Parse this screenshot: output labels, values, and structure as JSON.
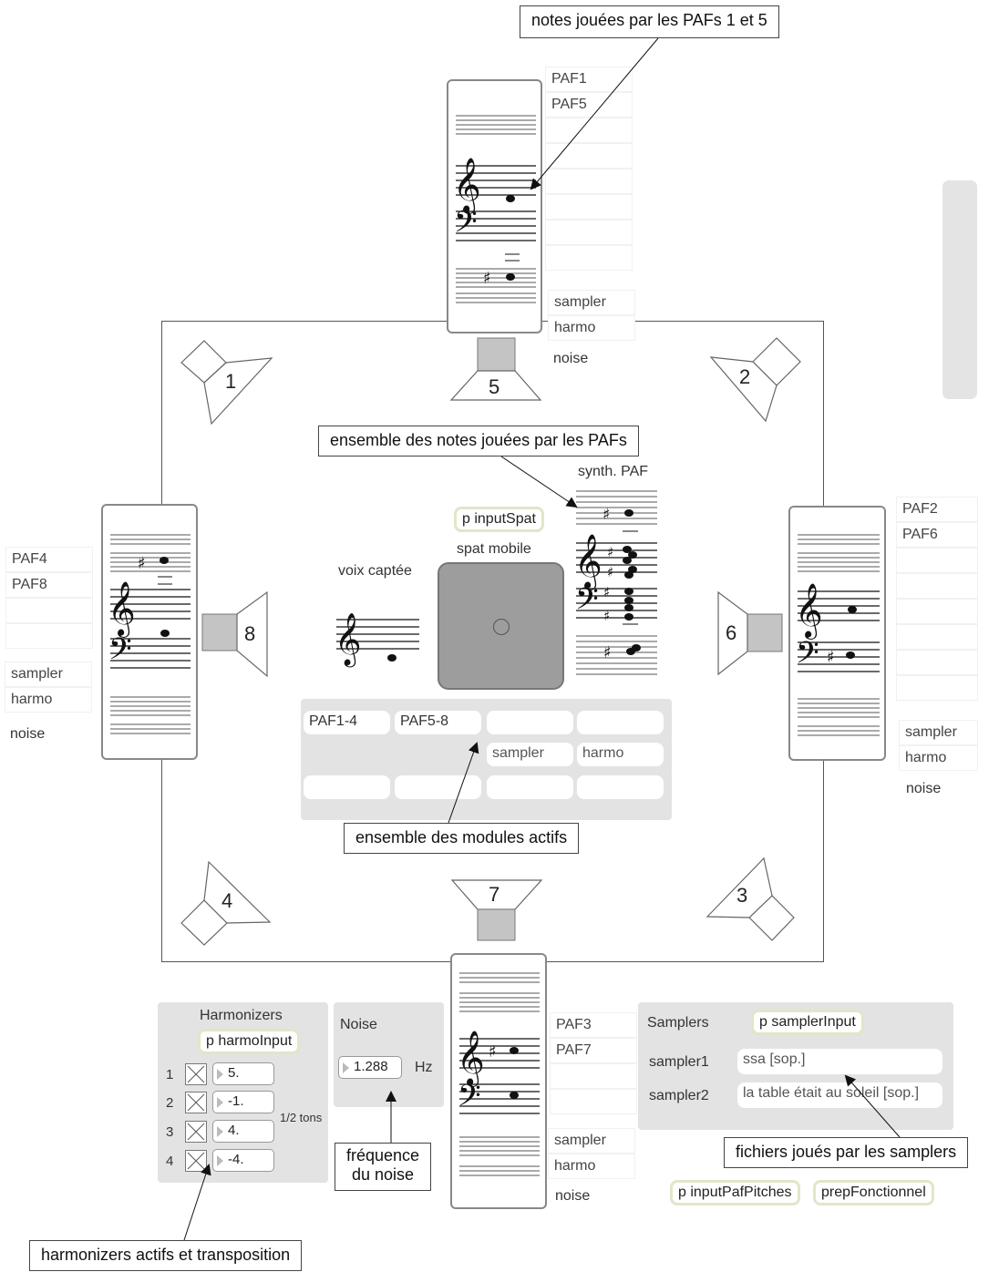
{
  "callouts": {
    "paf15": "notes jouées par les PAFs 1 et 5",
    "ensemble_notes": "ensemble des notes jouées par les PAFs",
    "ensemble_modules": "ensemble des modules actifs",
    "harmonizers": "harmonizers actifs et transposition",
    "noise_freq_line1": "fréquence",
    "noise_freq_line2": "du noise",
    "samplers": "fichiers joués par les samplers"
  },
  "speakers": [
    "1",
    "2",
    "3",
    "4",
    "5",
    "6",
    "7",
    "8"
  ],
  "top_column": {
    "labels": [
      "PAF1",
      "PAF5"
    ],
    "modules": [
      "sampler",
      "harmo",
      "noise"
    ]
  },
  "left_column": {
    "labels": [
      "PAF4",
      "PAF8"
    ],
    "modules": [
      "sampler",
      "harmo",
      "noise"
    ]
  },
  "right_column": {
    "labels": [
      "PAF2",
      "PAF6"
    ],
    "modules": [
      "sampler",
      "harmo",
      "noise"
    ]
  },
  "bottom_column": {
    "labels": [
      "PAF3",
      "PAF7"
    ],
    "modules": [
      "sampler",
      "harmo",
      "noise"
    ]
  },
  "center": {
    "voice_label": "voix captée",
    "spat_object": "p inputSpat",
    "spat_label": "spat mobile",
    "synth_label": "synth. PAF",
    "active_modules": [
      "PAF1-4",
      "PAF5-8",
      "",
      "",
      "",
      "",
      "sampler",
      "harmo",
      "",
      "",
      "",
      ""
    ]
  },
  "harmonizers": {
    "title": "Harmonizers",
    "object": "p harmoInput",
    "rows": [
      {
        "index": "1",
        "value": "5."
      },
      {
        "index": "2",
        "value": "-1."
      },
      {
        "index": "3",
        "value": "4."
      },
      {
        "index": "4",
        "value": "-4."
      }
    ],
    "unit": "1/2 tons"
  },
  "noise": {
    "title": "Noise",
    "value": "1.288",
    "unit": "Hz"
  },
  "samplers": {
    "title": "Samplers",
    "object": "p samplerInput",
    "rows": [
      {
        "label": "sampler1",
        "file": "ssa [sop.]"
      },
      {
        "label": "sampler2",
        "file": "la table était au soleil [sop.]"
      }
    ]
  },
  "bottom_objects": [
    "p inputPafPitches",
    "prepFonctionnel"
  ]
}
